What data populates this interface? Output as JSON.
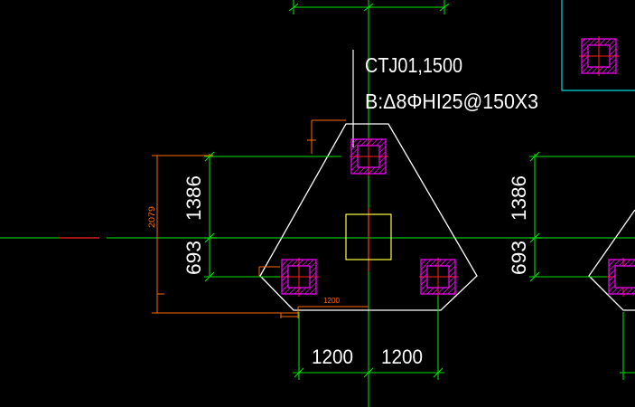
{
  "colors": {
    "background": "#000000",
    "cap_outline": "#FFFFFF",
    "axis_line": "#00C000",
    "axis_center": "#FF2020",
    "dimension_green": "#00E000",
    "dimension_orange": "#FF6A00",
    "column_fill": "#FF00FF",
    "pile_box": "#FFFF40",
    "cyan_frame": "#00D8D8",
    "text": "#FFFFFF"
  },
  "annotation": {
    "cap_label": "CTJ01,1500",
    "rebar_label": "B:Δ8ΦHI25@150X3"
  },
  "dimensions": {
    "left_upper": "1386",
    "left_lower": "693",
    "left_total": "2079",
    "right_upper": "1386",
    "right_lower": "693",
    "bottom_left": "1200",
    "bottom_right": "1200",
    "bottom_small": "1200"
  },
  "icons": {
    "column": "column-square-hatched-icon",
    "pile": "pile-square-icon"
  }
}
